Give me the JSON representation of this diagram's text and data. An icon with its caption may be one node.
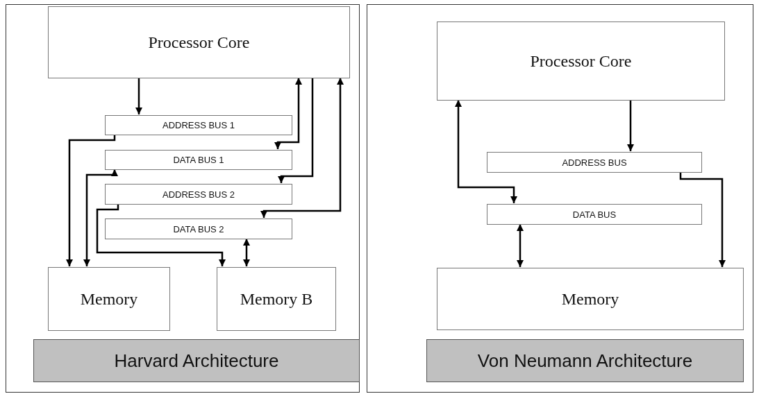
{
  "diagram": {
    "nodes": [
      {
        "text": [],
        "shape": "box"
      },
      {
        "text": [
          "Processor Core"
        ],
        "in": 0
      },
      {
        "text": [
          "ADDRESS BUS 1"
        ],
        "in": 0
      },
      {
        "text": [
          "DATA BUS 1"
        ],
        "in": 0
      },
      {
        "text": [
          "ADDRESS BUS 2"
        ],
        "in": 0
      },
      {
        "text": [
          "DATA BUS 2"
        ],
        "in": 0
      },
      {
        "text": [
          "Memory"
        ],
        "in": 0
      },
      {
        "text": [
          "Memory B"
        ],
        "in": 0
      },
      {
        "text": [
          "Harvard Architecture"
        ],
        "in": 0
      },
      {
        "text": [],
        "shape": "box"
      },
      {
        "text": [
          "Processor Core"
        ],
        "in": 9
      },
      {
        "text": [
          "ADDRESS BUS"
        ],
        "in": 9
      },
      {
        "text": [
          "DATA BUS"
        ],
        "in": 9
      },
      {
        "text": [
          "Memory"
        ],
        "in": 9
      },
      {
        "text": [
          "Von Neumann Architecture"
        ],
        "in": 9
      }
    ],
    "edges": [
      {
        "from": 1,
        "to": 2,
        "arrow": "to"
      },
      {
        "from": 1,
        "to": 3,
        "arrow": "both"
      },
      {
        "from": 1,
        "to": 5,
        "arrow": "both"
      },
      {
        "from": 1,
        "to": 4,
        "arrow": "to"
      },
      {
        "from": 2,
        "to": 6,
        "arrow": "to"
      },
      {
        "from": 3,
        "to": 6,
        "arrow": "both"
      },
      {
        "from": 4,
        "to": 7,
        "arrow": "to"
      },
      {
        "from": 5,
        "to": 7,
        "arrow": "both"
      },
      {
        "from": 10,
        "to": 12,
        "arrow": "both"
      },
      {
        "from": 10,
        "to": 11,
        "arrow": "to"
      },
      {
        "from": 11,
        "to": 13,
        "arrow": "to"
      },
      {
        "from": 12,
        "to": 13,
        "arrow": "both"
      }
    ]
  }
}
